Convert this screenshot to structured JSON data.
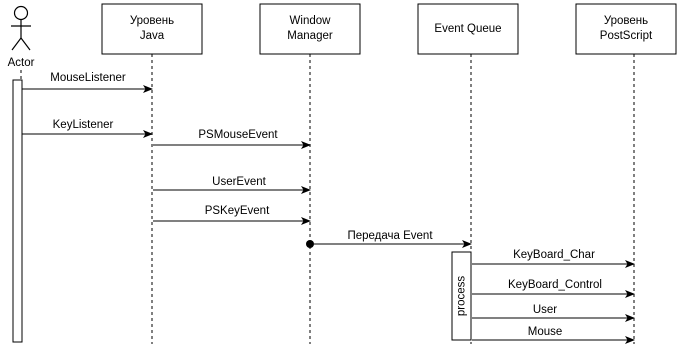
{
  "actor": {
    "label": "Actor"
  },
  "participants": [
    {
      "id": "java",
      "lines": [
        "Уровень",
        "Java"
      ]
    },
    {
      "id": "wm",
      "lines": [
        "Window",
        "Manager"
      ]
    },
    {
      "id": "eq",
      "lines": [
        "Event Queue"
      ]
    },
    {
      "id": "ps",
      "lines": [
        "Уровень",
        "PostScript"
      ]
    }
  ],
  "messages": [
    {
      "id": "mouselistener",
      "label": "MouseListener",
      "from": "actor",
      "to": "java"
    },
    {
      "id": "keylistener",
      "label": "KeyListener",
      "from": "actor",
      "to": "java"
    },
    {
      "id": "psmouseevent",
      "label": "PSMouseEvent",
      "from": "java",
      "to": "wm"
    },
    {
      "id": "userevent",
      "label": "UserEvent",
      "from": "java",
      "to": "wm"
    },
    {
      "id": "pskeyevent",
      "label": "PSKeyEvent",
      "from": "java",
      "to": "wm"
    },
    {
      "id": "peredacha",
      "label": "Передача Event",
      "from": "wm",
      "to": "eq",
      "start_marker": "filled-circle"
    },
    {
      "id": "keyboard-char",
      "label": "KeyBoard_Char",
      "from": "eq",
      "to": "ps"
    },
    {
      "id": "keyboard-control",
      "label": "KeyBoard_Control",
      "from": "eq",
      "to": "ps"
    },
    {
      "id": "user",
      "label": "User",
      "from": "eq",
      "to": "ps"
    },
    {
      "id": "mouse",
      "label": "Mouse",
      "from": "eq",
      "to": "ps"
    }
  ],
  "activation": {
    "label": "process"
  }
}
